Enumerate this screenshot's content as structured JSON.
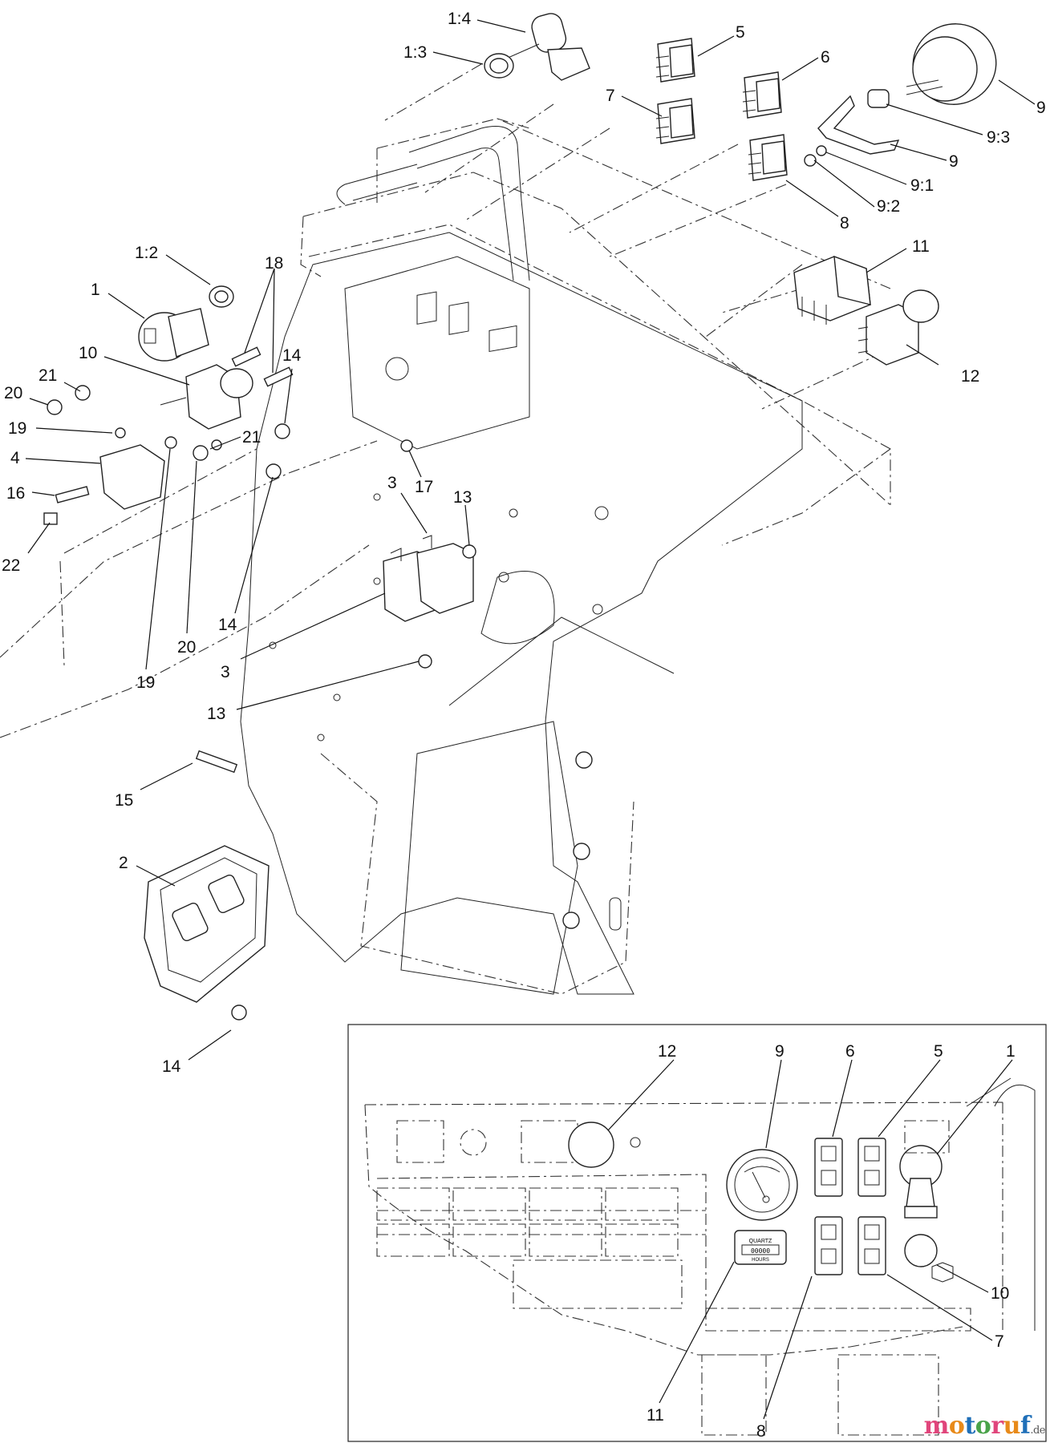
{
  "diagram": {
    "callouts_main": [
      "1:4",
      "1:3",
      "5",
      "6",
      "7",
      "9",
      "9:3",
      "9",
      "9:1",
      "9:2",
      "8",
      "1:2",
      "18",
      "1",
      "10",
      "14",
      "21",
      "20",
      "19",
      "4",
      "21",
      "16",
      "22",
      "17",
      "3",
      "13",
      "14",
      "20",
      "19",
      "3",
      "13",
      "15",
      "2",
      "14",
      "11",
      "12"
    ],
    "callouts_inset": [
      "12",
      "9",
      "6",
      "5",
      "1",
      "10",
      "7",
      "11",
      "8"
    ],
    "hourmeter_text": "QUARTZ",
    "hourmeter_unit": "HOURS",
    "hourmeter_digits": "00000"
  },
  "watermark": {
    "m": "m",
    "o1": "o",
    "t": "t",
    "o2": "o",
    "r": "r",
    "u": "u",
    "f": "f",
    "domain": ".de"
  }
}
